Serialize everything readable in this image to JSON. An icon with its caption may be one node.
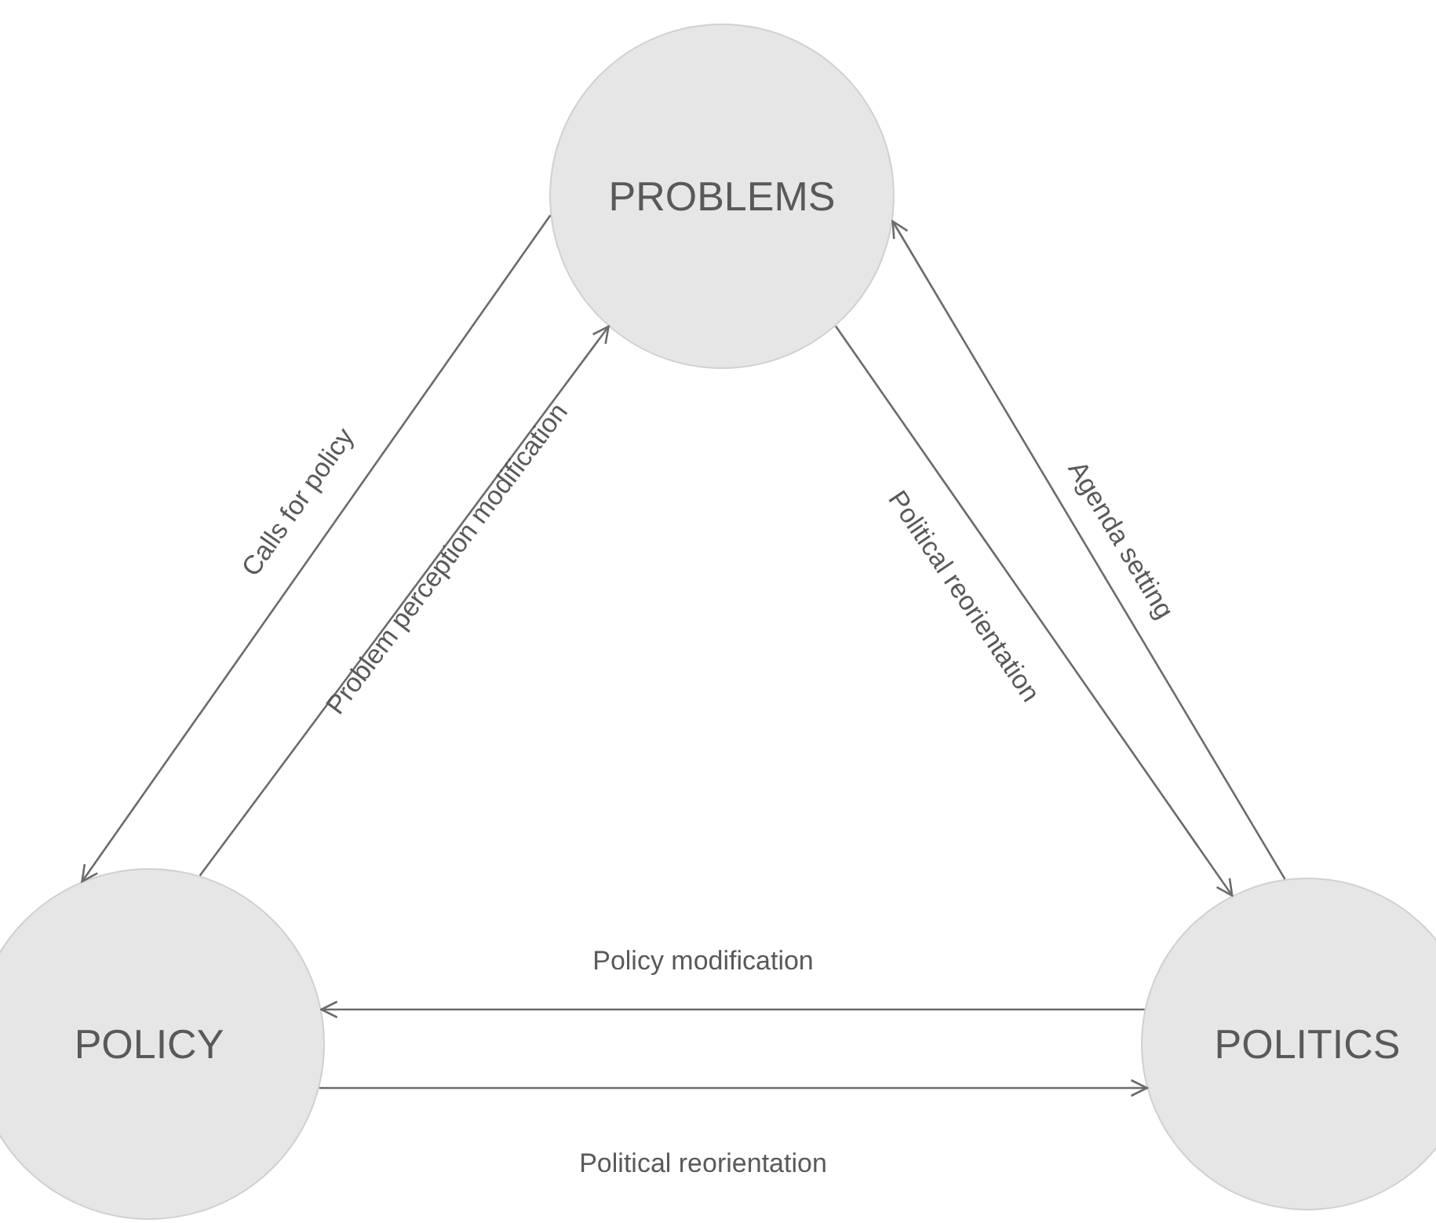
{
  "diagram": {
    "nodes": [
      {
        "text": [
          "PROBLEMS"
        ]
      },
      {
        "text": [
          "POLICY"
        ]
      },
      {
        "text": [
          "POLITICS"
        ]
      }
    ],
    "edges": [
      {
        "from": 0,
        "to": 1,
        "arrow": "to",
        "label": "Calls for policy"
      },
      {
        "from": 1,
        "to": 0,
        "arrow": "to",
        "label": "Problem perception modification"
      },
      {
        "from": 0,
        "to": 2,
        "arrow": "to",
        "label": "Political reorientation"
      },
      {
        "from": 2,
        "to": 0,
        "arrow": "to",
        "label": "Agenda setting"
      },
      {
        "from": 2,
        "to": 1,
        "arrow": "to",
        "label": "Policy modification"
      },
      {
        "from": 1,
        "to": 2,
        "arrow": "to",
        "label": "Political reorientation"
      }
    ]
  }
}
